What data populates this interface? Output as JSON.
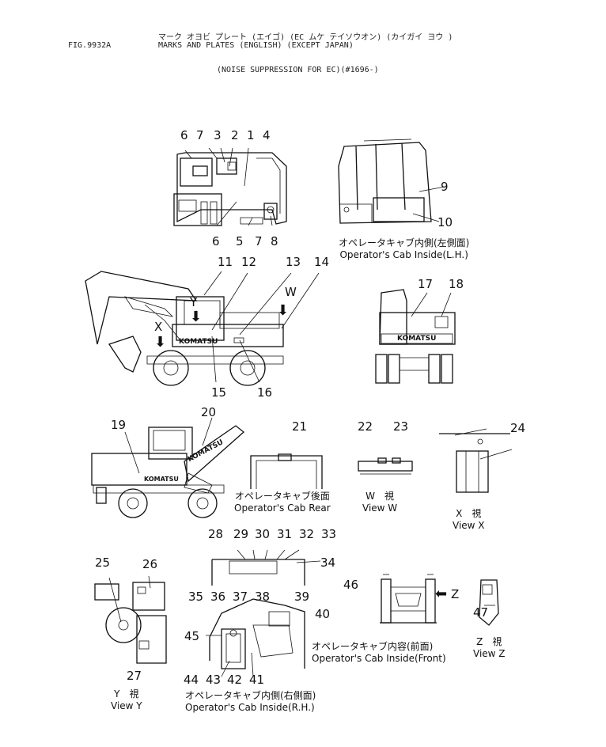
{
  "header": {
    "fig_no": "FIG.9932A",
    "title_kana": "マーク オヨビ プレート (エイゴ) (EC ムケ テイソウオン) (カイガイ ヨウ )",
    "title_en": "MARKS AND PLATES (ENGLISH) (EXCEPT JAPAN)",
    "subtitle": "(NOISE SUPPRESSION FOR EC)(#1696-)"
  },
  "callouts": {
    "c1": "1",
    "c2": "2",
    "c3": "3",
    "c4": "4",
    "c5": "5",
    "c6a": "6",
    "c6b": "6",
    "c7a": "7",
    "c7b": "7",
    "c8": "8",
    "c9": "9",
    "c10": "10",
    "c11": "11",
    "c12": "12",
    "c13": "13",
    "c14": "14",
    "c15": "15",
    "c16": "16",
    "c17": "17",
    "c18": "18",
    "c19": "19",
    "c20": "20",
    "c21": "21",
    "c22": "22",
    "c23": "23",
    "c24": "24",
    "c25": "25",
    "c26": "26",
    "c27": "27",
    "c28": "28",
    "c29": "29",
    "c30": "30",
    "c31": "31",
    "c32": "32",
    "c33": "33",
    "c34": "34",
    "c35": "35",
    "c36": "36",
    "c37": "37",
    "c38": "38",
    "c39": "39",
    "c40": "40",
    "c41": "41",
    "c42": "42",
    "c43": "43",
    "c44": "44",
    "c45": "45",
    "c46": "46",
    "c47": "47"
  },
  "view_letters": {
    "x": "X",
    "y": "Y",
    "w": "W",
    "z": "Z"
  },
  "captions": {
    "cab_lh_jp": "オペレータキャブ内側(左側面)",
    "cab_lh_en": "Operator's Cab Inside(L.H.)",
    "cab_rear_jp": "オペレータキャブ後面",
    "cab_rear_en": "Operator's Cab Rear",
    "view_w_jp": "W　視",
    "view_w_en": "View W",
    "view_x_jp": "X　視",
    "view_x_en": "View X",
    "view_y_jp": "Y　視",
    "view_y_en": "View Y",
    "view_z_jp": "Z　視",
    "view_z_en": "View Z",
    "cab_front_jp": "オペレータキャブ内容(前面)",
    "cab_front_en": "Operator's Cab Inside(Front)",
    "cab_rh_jp": "オペレータキャブ内側(右側面)",
    "cab_rh_en": "Operator's Cab Inside(R.H.)"
  },
  "brand_labels": {
    "komatsu": "KOMATSU"
  }
}
